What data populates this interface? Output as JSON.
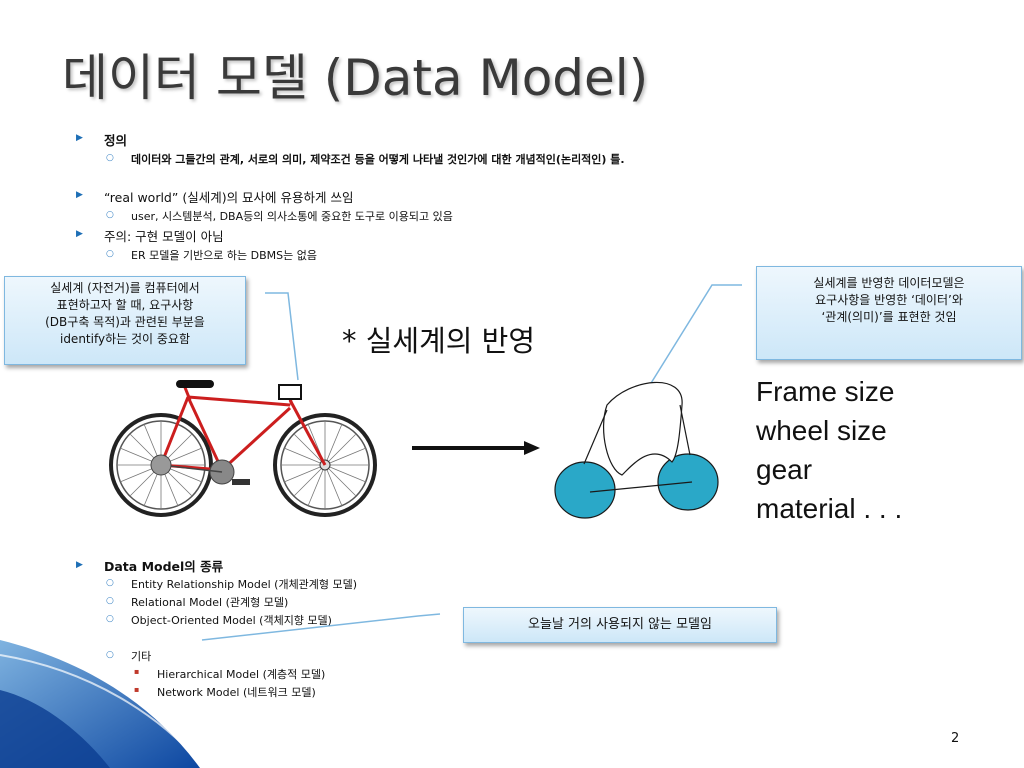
{
  "slide": {
    "title": "데이터 모델 (Data Model)",
    "page_number": "2",
    "bullets": {
      "definition_heading": "정의",
      "definition_text": "데이터와 그들간의 관계, 서로의 의미, 제약조건 등을 어떻게 나타낼 것인가에 대한 개념적인(논리적인) 틀.",
      "real_world": "“real world” (실세계)의 묘사에 유용하게 쓰임",
      "real_world_sub": "user, 시스템분석, DBA등의 의사소통에 중요한 도구로 이용되고 있음",
      "caution": "주의: 구현 모델이 아님",
      "caution_sub": "ER 모델을 기반으로 하는 DBMS는 없음",
      "types_heading": "Data Model의 종류",
      "types": [
        "Entity Relationship Model (개체관계형 모델)",
        "Relational Model (관계형 모델)",
        "Object-Oriented Model (객체지향 모델)"
      ],
      "others_heading": "기타",
      "others": [
        "Hierarchical Model (계층적 모델)",
        "Network Model (네트워크 모델)"
      ]
    },
    "callouts": {
      "left": [
        "실세계 (자전거)를 컴퓨터에서",
        "표현하고자 할 때, 요구사항",
        "(DB구축 목적)과 관련된 부분을",
        "identify하는 것이 중요함"
      ],
      "right": [
        "실세계를 반영한 데이터모델은",
        "요구사항을 반영한 ‘데이터’와",
        "‘관계(의미)’를 표현한 것임"
      ],
      "bottom": "오늘날 거의 사용되지 않는 모델임"
    },
    "reflect_label": "* 실세계의 반영",
    "attributes": [
      "Frame size",
      "wheel size",
      "gear",
      "material . . ."
    ],
    "colors": {
      "bullet_triangle": "#1e6fb6",
      "wheel_fill": "#2aa8c8",
      "frame": "#cc1e1e",
      "callout_border": "#7fb8e0",
      "corner_blue": "#1565c0"
    },
    "icons": {
      "level1_bullet": "triangle-right",
      "level2_bullet": "circle-outline",
      "level3_bullet": "small-square"
    }
  }
}
